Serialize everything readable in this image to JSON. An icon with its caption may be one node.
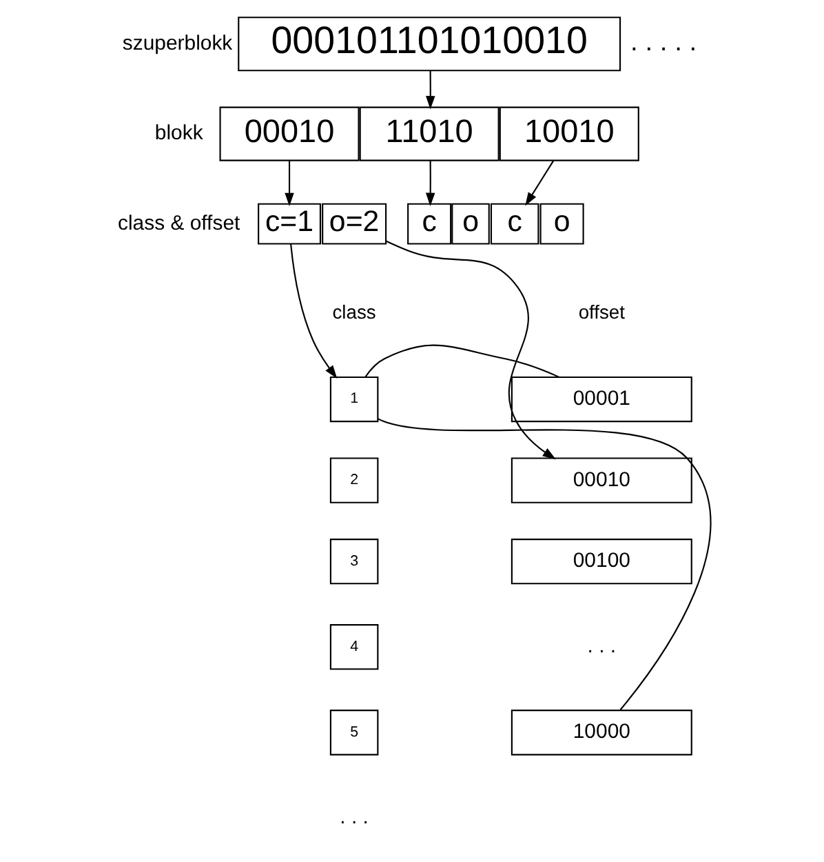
{
  "diagram": {
    "nodes": [
      {
        "text": [
          "000101101010010"
        ]
      },
      {
        "text": [
          "00010"
        ]
      },
      {
        "text": [
          "11010"
        ]
      },
      {
        "text": [
          "10010"
        ]
      },
      {
        "text": [
          "c=1"
        ]
      },
      {
        "text": [
          "o=2"
        ]
      },
      {
        "text": [
          "c"
        ]
      },
      {
        "text": [
          "o"
        ]
      },
      {
        "text": [
          "c"
        ]
      },
      {
        "text": [
          "o"
        ]
      },
      {
        "text": [
          "1"
        ]
      },
      {
        "text": [
          "2"
        ]
      },
      {
        "text": [
          "3"
        ]
      },
      {
        "text": [
          "4"
        ]
      },
      {
        "text": [
          "5"
        ]
      },
      {
        "text": [
          "00001"
        ]
      },
      {
        "text": [
          "00010"
        ]
      },
      {
        "text": [
          "00100"
        ]
      },
      {
        "text": [
          "10000"
        ]
      }
    ],
    "edges": [
      {
        "from": 0,
        "to": 2,
        "arrow": "to"
      },
      {
        "from": 1,
        "to": 4,
        "arrow": "to"
      },
      {
        "from": 2,
        "to": 6,
        "arrow": "to"
      },
      {
        "from": 3,
        "to": 8,
        "arrow": "to"
      },
      {
        "from": 4,
        "to": 10,
        "arrow": "to"
      },
      {
        "from": 5,
        "to": 16,
        "arrow": "to"
      },
      {
        "from": 10,
        "to": 15,
        "arrow": "none"
      },
      {
        "from": 10,
        "to": 18,
        "arrow": "none"
      }
    ],
    "labels": [
      "szuperblokk",
      ". . . . .",
      "blokk",
      "class & offset",
      "class",
      "offset",
      ". . .",
      ". . ."
    ]
  }
}
